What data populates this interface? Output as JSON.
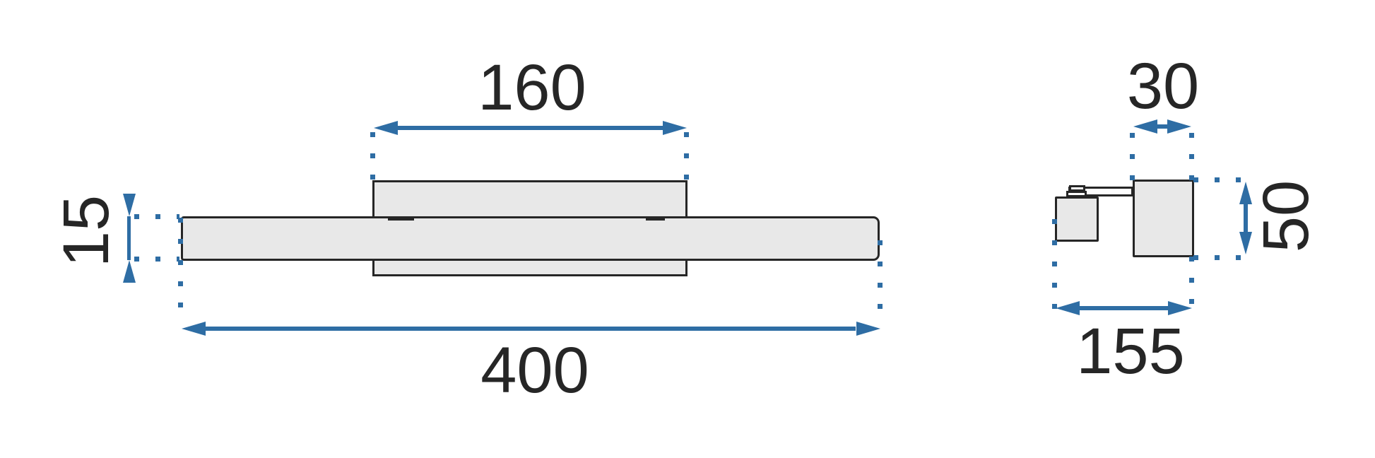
{
  "drawing": {
    "kind": "technical-dimension-drawing",
    "units_shown": false
  },
  "colors": {
    "dimension_blue": "#2e6da4",
    "outline_dark": "#262626",
    "shape_fill": "#e8e8e8",
    "background": "#ffffff"
  },
  "front_view": {
    "dimensions": {
      "inner_width": {
        "value": "160"
      },
      "bar_height": {
        "value": "15"
      },
      "total_width": {
        "value": "400"
      }
    }
  },
  "side_view": {
    "dimensions": {
      "top_depth": {
        "value": "30"
      },
      "head_height": {
        "value": "50"
      },
      "total_depth": {
        "value": "155"
      }
    }
  }
}
